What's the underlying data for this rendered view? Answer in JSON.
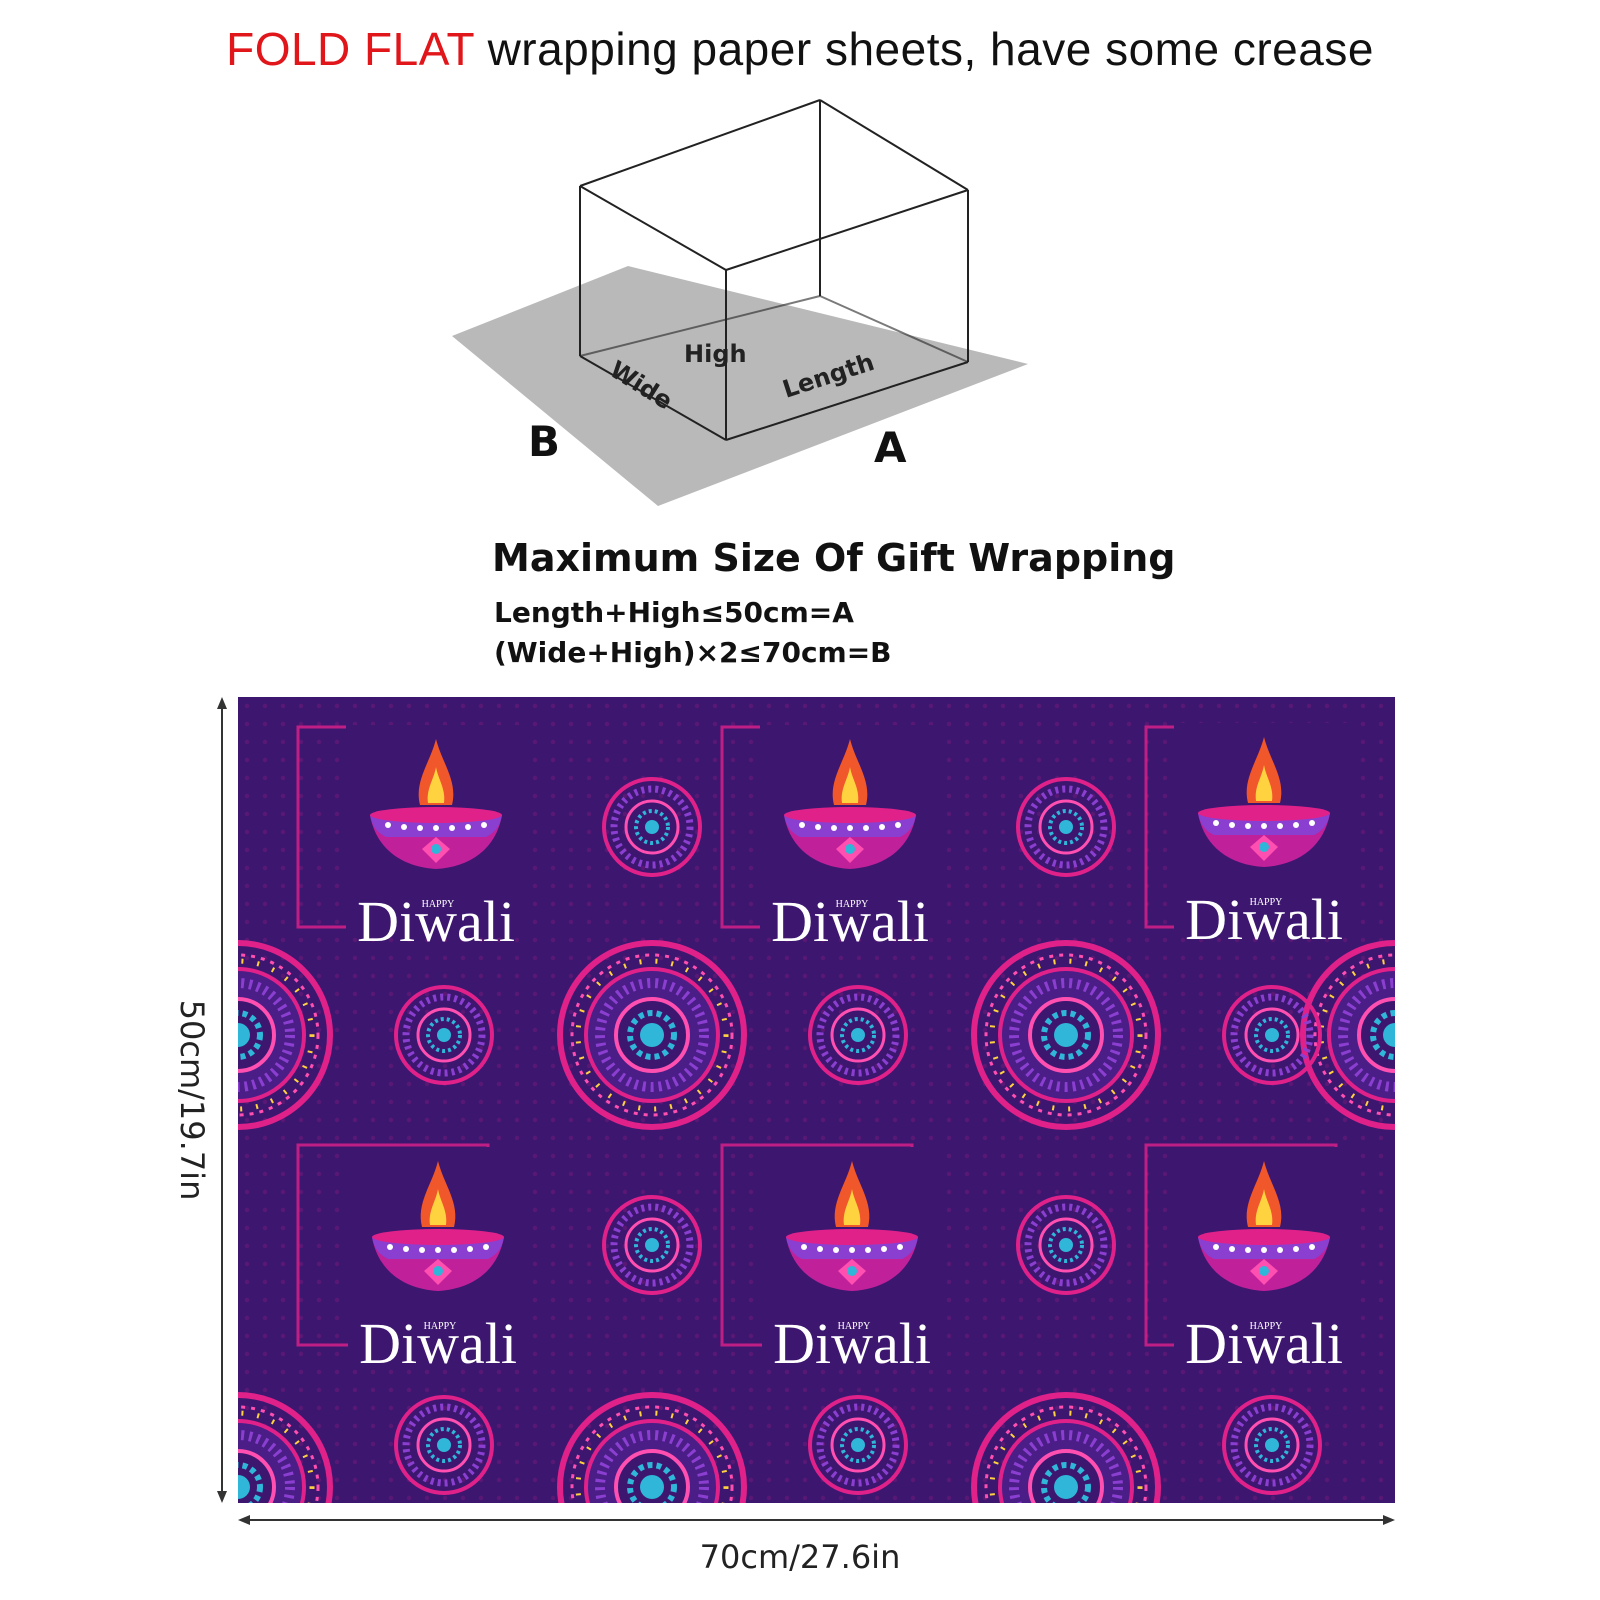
{
  "headline": {
    "highlight": "FOLD FLAT",
    "rest": "wrapping paper sheets, have some crease"
  },
  "diagram": {
    "label_wide": "Wide",
    "label_high": "High",
    "label_length": "Length",
    "label_a": "A",
    "label_b": "B"
  },
  "size_info": {
    "title": "Maximum Size Of Gift Wrapping",
    "formula_a": "Length+High≤50cm=A",
    "formula_b": "(Wide+High)×2≤70cm=B"
  },
  "sheet": {
    "greeting_small": "HAPPY",
    "greeting_big": "Diwali",
    "colors": {
      "background": "#3d1670",
      "magenta": "#e0218a",
      "pink": "#ff4fb0",
      "teal": "#2fb6d8",
      "purple": "#8a3fd0",
      "flame_outer": "#f0572a",
      "flame_inner": "#ffd23f"
    }
  },
  "dimensions": {
    "height_label": "50cm/19.7in",
    "width_label": "70cm/27.6in"
  }
}
